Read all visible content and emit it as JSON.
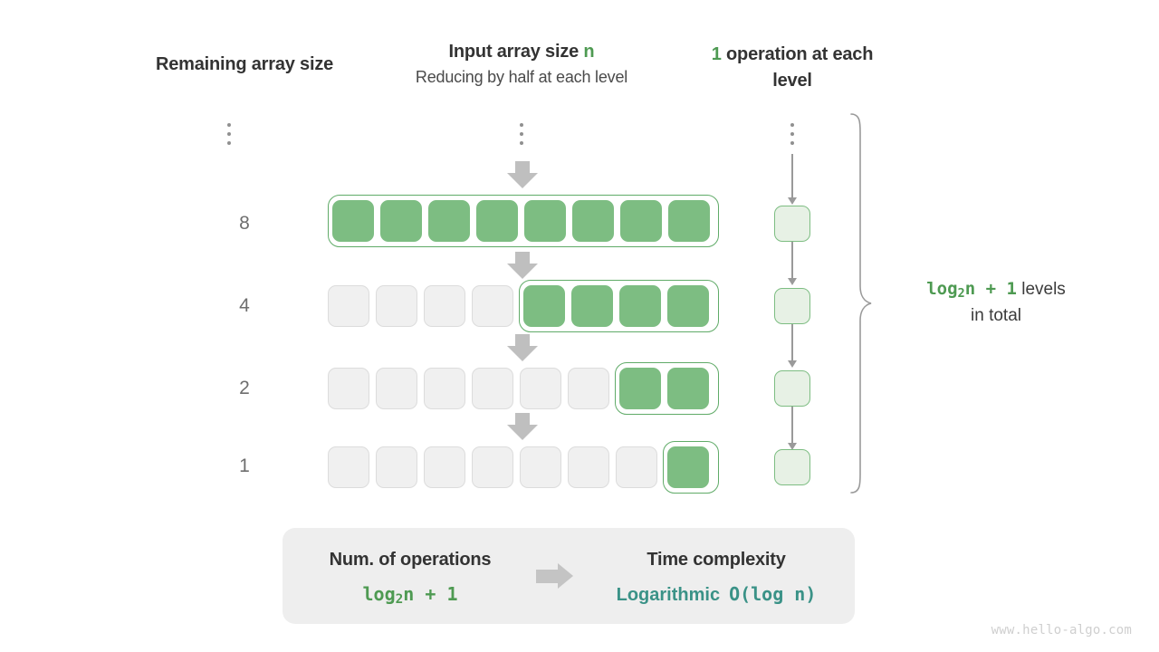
{
  "headers": {
    "left": "Remaining array size",
    "mid_title_pre": "Input array size ",
    "mid_title_accent": "n",
    "mid_subtitle": "Reducing by half at each level",
    "right_accent": "1",
    "right_rest": " operation at each level"
  },
  "rows": [
    {
      "label": "8",
      "total_cells": 8,
      "filled_from": 0,
      "filled_count": 8
    },
    {
      "label": "4",
      "total_cells": 8,
      "filled_from": 4,
      "filled_count": 4
    },
    {
      "label": "2",
      "total_cells": 8,
      "filled_from": 6,
      "filled_count": 2
    },
    {
      "label": "1",
      "total_cells": 8,
      "filled_from": 7,
      "filled_count": 1
    }
  ],
  "ellipsis": {
    "left_column": "⋮",
    "mid_column": "⋮",
    "right_column": "⋮"
  },
  "brace_caption": {
    "formula_log": "log",
    "formula_sub": "2",
    "formula_tail": "n + 1",
    "text_after": " levels",
    "line2": "in total"
  },
  "summary": {
    "left_title": "Num. of operations",
    "left_value_log": "log",
    "left_value_sub": "2",
    "left_value_tail": "n + 1",
    "arrow": "arrow-right",
    "right_title": "Time complexity",
    "right_value_word": "Logarithmic",
    "right_value_bigo": "O(log n)"
  },
  "watermark": "www.hello-algo.com",
  "colors": {
    "green_accent": "#4e9a52",
    "cell_fill": "#7dbd82",
    "cell_border": "#60ab68",
    "empty_fill": "#f0f0f0",
    "empty_border": "#dcdcdc",
    "op_fill": "#e7f1e5",
    "teal": "#3a9287",
    "arrow_gray": "#bfbfbf",
    "panel_bg": "#eeeeee"
  }
}
